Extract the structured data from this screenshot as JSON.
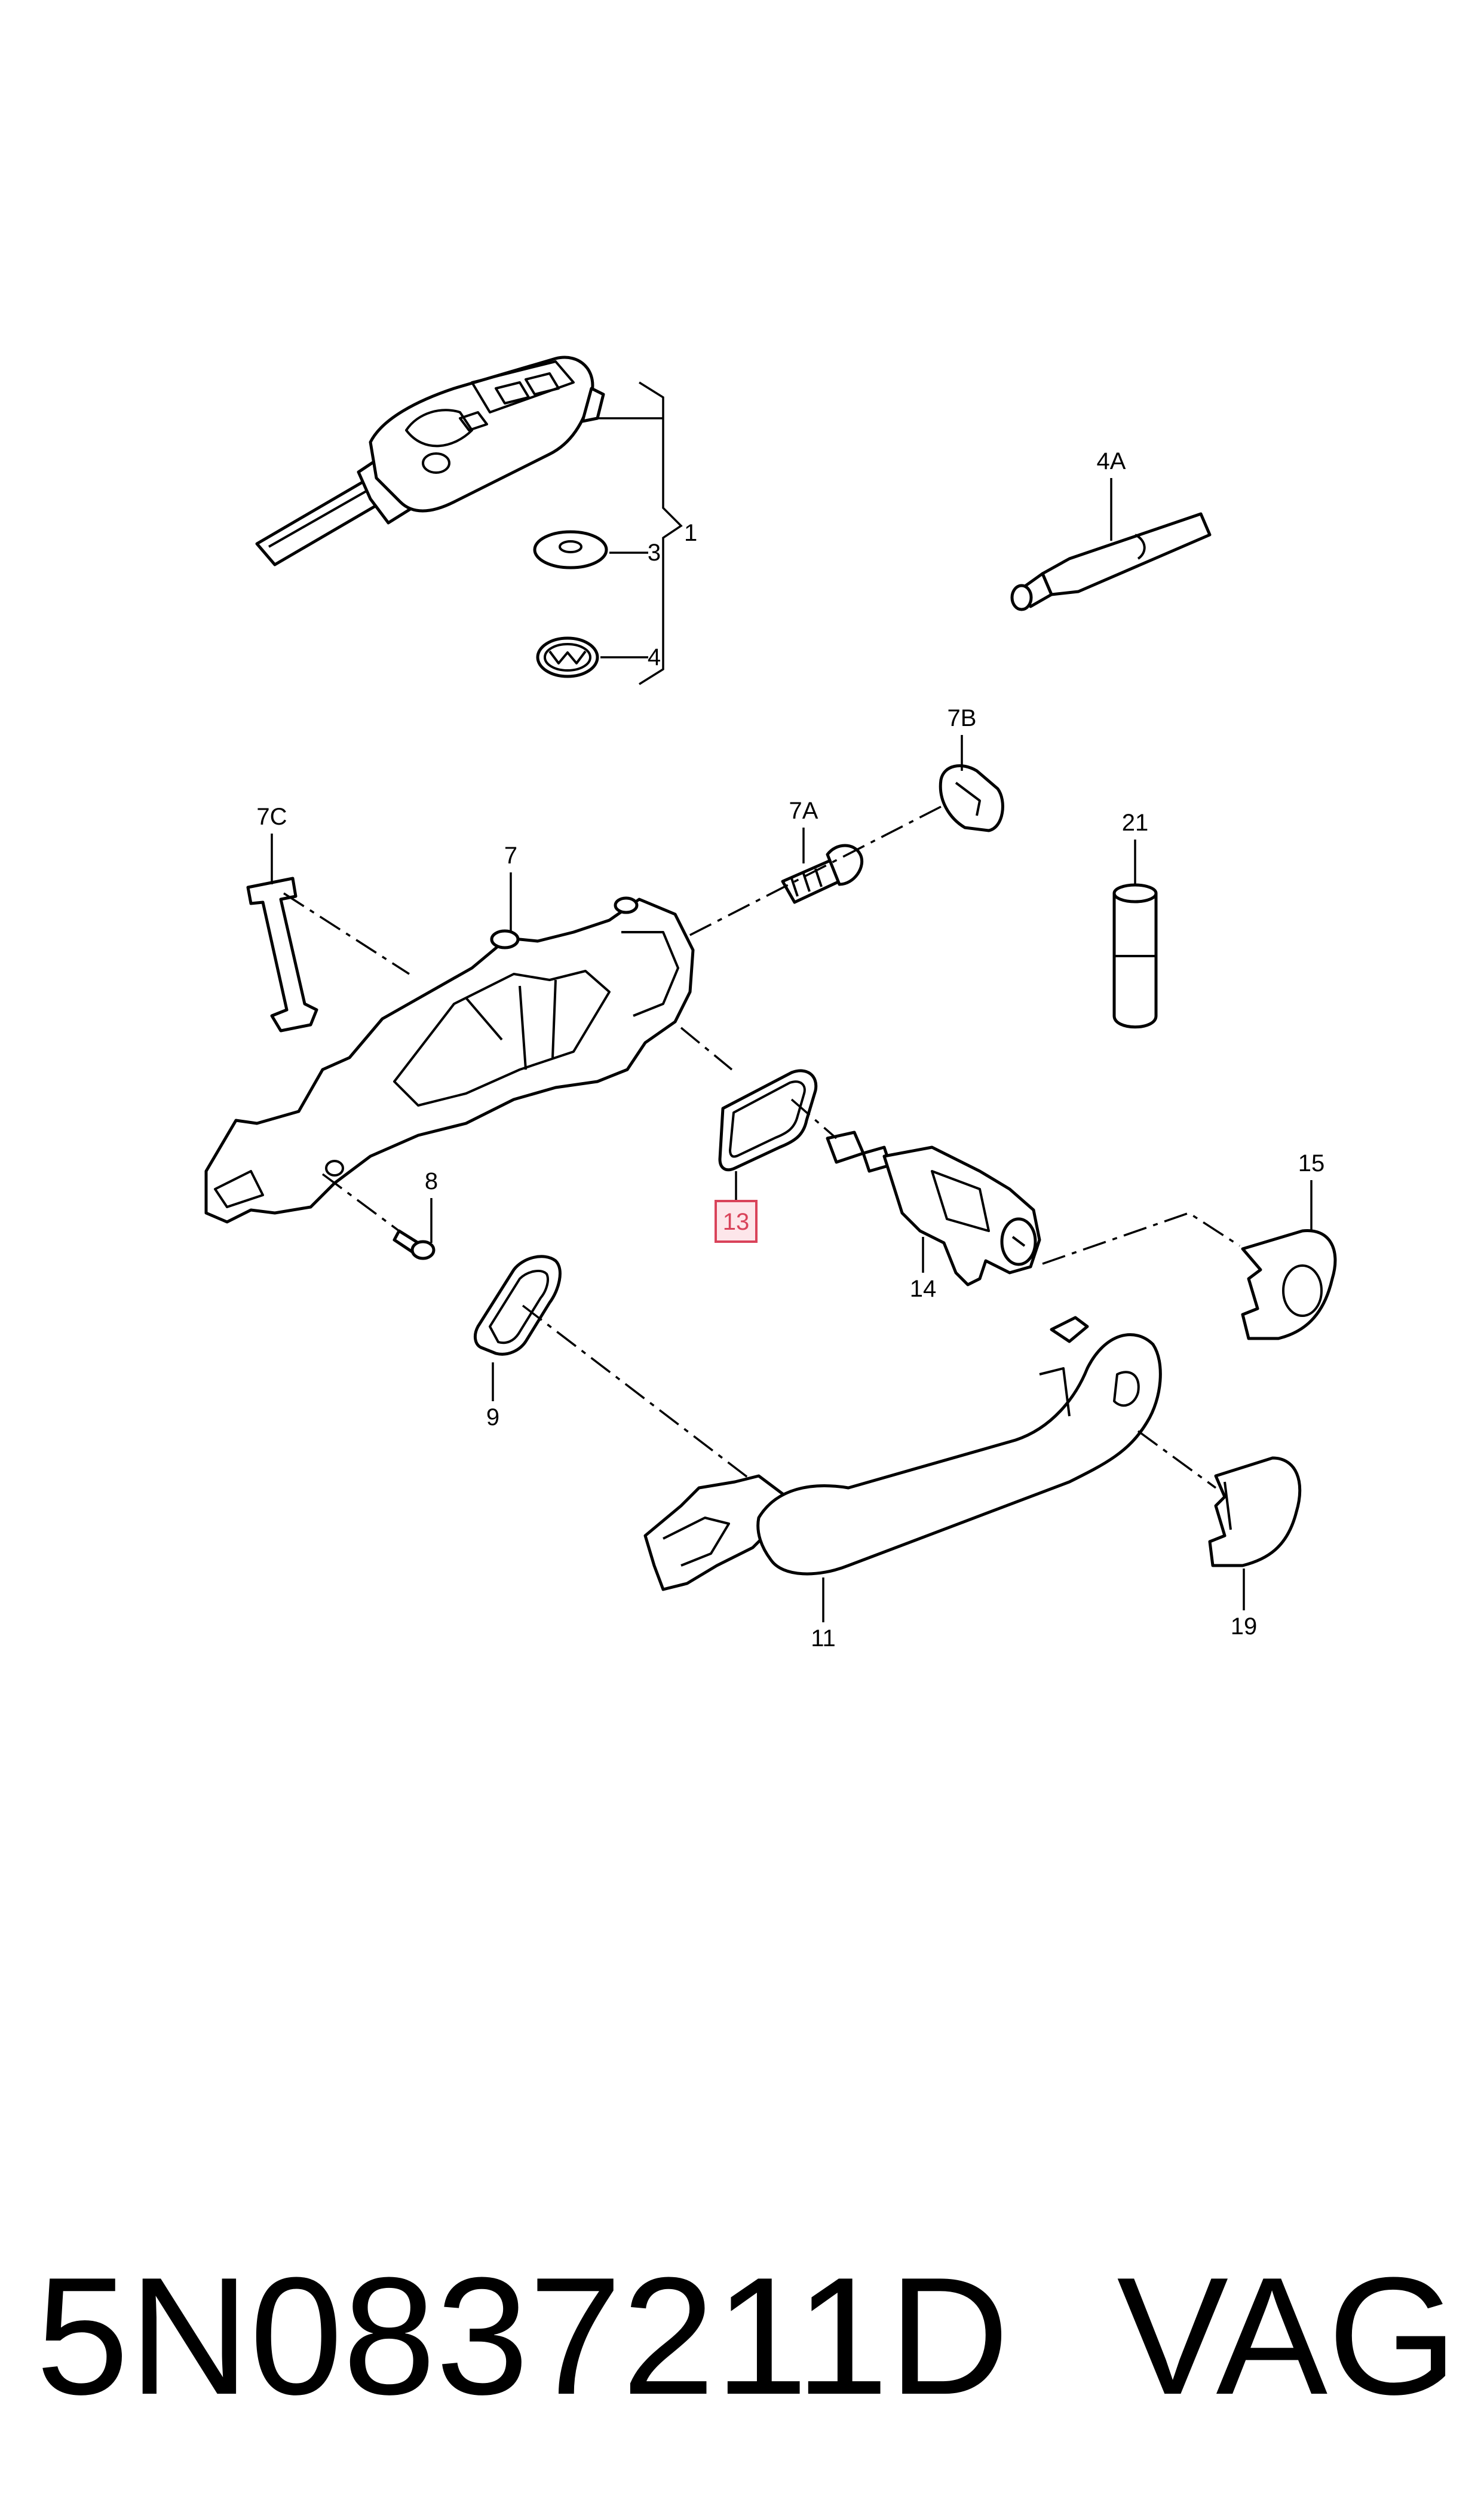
{
  "diagram": {
    "callouts": {
      "c1": "1",
      "c3": "3",
      "c4": "4",
      "c4a": "4A",
      "c7": "7",
      "c7a": "7A",
      "c7b": "7B",
      "c7c": "7C",
      "c8": "8",
      "c9": "9",
      "c11": "11",
      "c13": "13",
      "c14": "14",
      "c15": "15",
      "c19": "19",
      "c21": "21"
    },
    "highlighted_callout": "13",
    "highlight_color": "#d9435a"
  },
  "footer": {
    "part_number": "5N0837211D",
    "brand": "VAG"
  }
}
